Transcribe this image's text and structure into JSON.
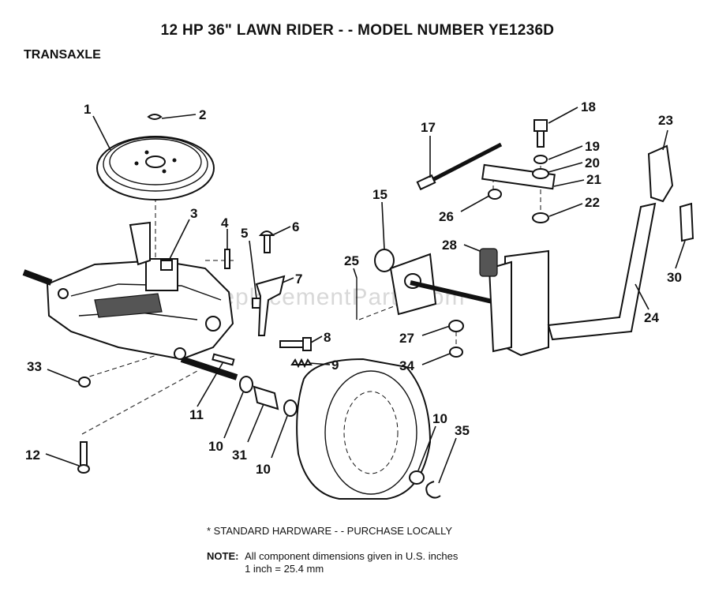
{
  "title": "12 HP 36\" LAWN RIDER - - MODEL NUMBER YE1236D",
  "section": "TRANSAXLE",
  "watermark": "eReplacementParts.com",
  "footer": {
    "standard_hardware": "* STANDARD HARDWARE - - PURCHASE LOCALLY",
    "note_label": "NOTE:",
    "note_line1": "All component dimensions given in U.S. inches",
    "note_line2": "1 inch = 25.4 mm"
  },
  "callouts": {
    "c1": "1",
    "c2": "2",
    "c3": "3",
    "c4": "4",
    "c5": "5",
    "c6": "6",
    "c7": "7",
    "c8": "8",
    "c9": "9",
    "c10a": "10",
    "c10b": "10",
    "c10c": "10",
    "c11": "11",
    "c12": "12",
    "c15": "15",
    "c17": "17",
    "c18": "18",
    "c19": "19",
    "c20": "20",
    "c21": "21",
    "c22": "22",
    "c23": "23",
    "c24": "24",
    "c25": "25",
    "c26": "26",
    "c27": "27",
    "c28": "28",
    "c30": "30",
    "c31": "31",
    "c33": "33",
    "c34": "34",
    "c35": "35"
  }
}
